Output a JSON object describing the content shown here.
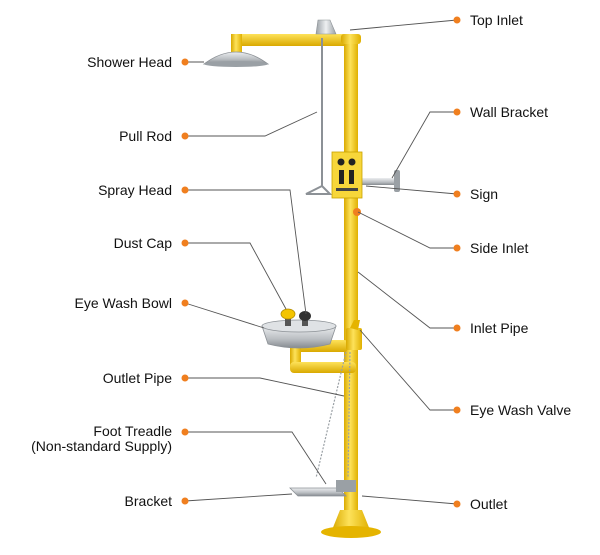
{
  "colors": {
    "pipe": "#f3cc1e",
    "pipe_shadow": "#d9a900",
    "steel": "#bfc3c7",
    "steel_dark": "#8c9196",
    "dot": "#f07f1f",
    "leader": "#555555"
  },
  "labels": {
    "shower_head": "Shower Head",
    "pull_rod": "Pull Rod",
    "spray_head": "Spray Head",
    "dust_cap": "Dust Cap",
    "eye_wash_bowl": "Eye Wash Bowl",
    "outlet_pipe": "Outlet Pipe",
    "foot_treadle_line1": "Foot Treadle",
    "foot_treadle_line2": "(Non-standard Supply)",
    "bracket": "Bracket",
    "top_inlet": "Top Inlet",
    "wall_bracket": "Wall Bracket",
    "sign": "Sign",
    "side_inlet": "Side Inlet",
    "inlet_pipe": "Inlet Pipe",
    "eye_wash_valve": "Eye Wash Valve",
    "outlet": "Outlet"
  }
}
